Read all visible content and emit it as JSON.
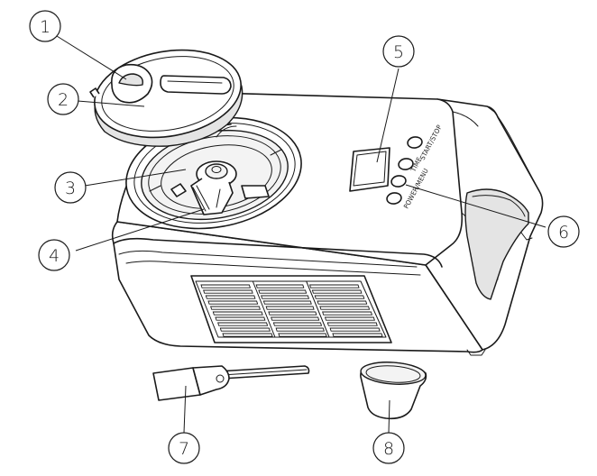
{
  "callouts": [
    {
      "num": "1"
    },
    {
      "num": "2"
    },
    {
      "num": "3"
    },
    {
      "num": "4"
    },
    {
      "num": "5"
    },
    {
      "num": "6"
    },
    {
      "num": "7"
    },
    {
      "num": "8"
    }
  ],
  "control_panel": {
    "button_power": "POWER/MENU",
    "button_time": "TIME",
    "button_start": "START/STOP"
  }
}
